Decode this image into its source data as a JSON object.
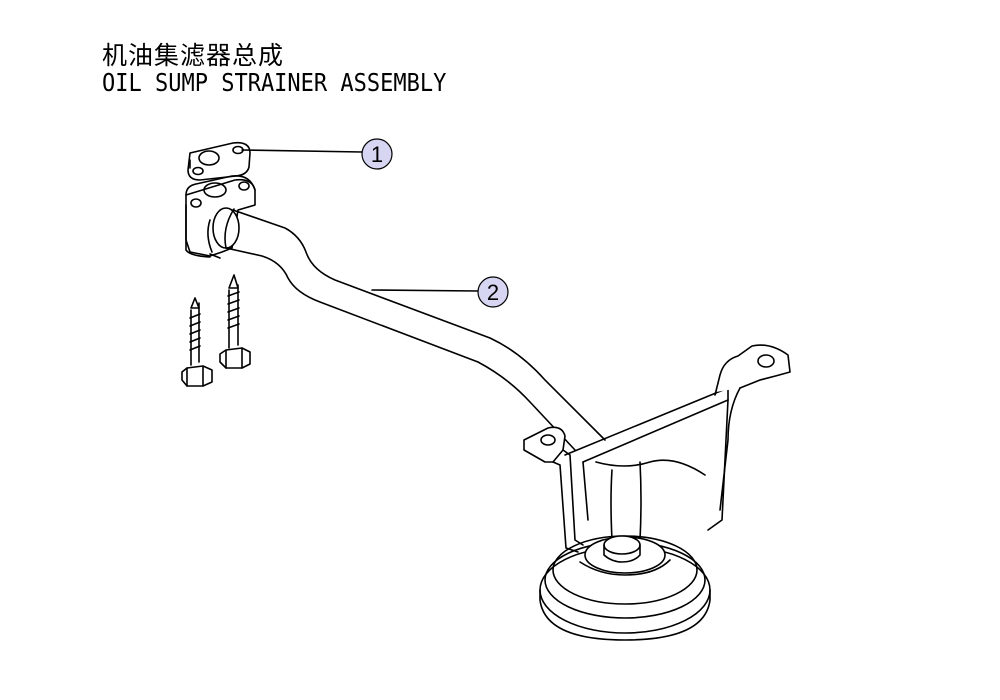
{
  "title": {
    "cn": "机油集滤器总成",
    "en": "OIL SUMP STRAINER ASSEMBLY"
  },
  "callouts": [
    {
      "number": "1",
      "part": "gasket"
    },
    {
      "number": "2",
      "part": "strainer-assembly"
    }
  ],
  "colors": {
    "line": "#000000",
    "callout_fill": "#d6d6f2",
    "background": "#ffffff"
  }
}
